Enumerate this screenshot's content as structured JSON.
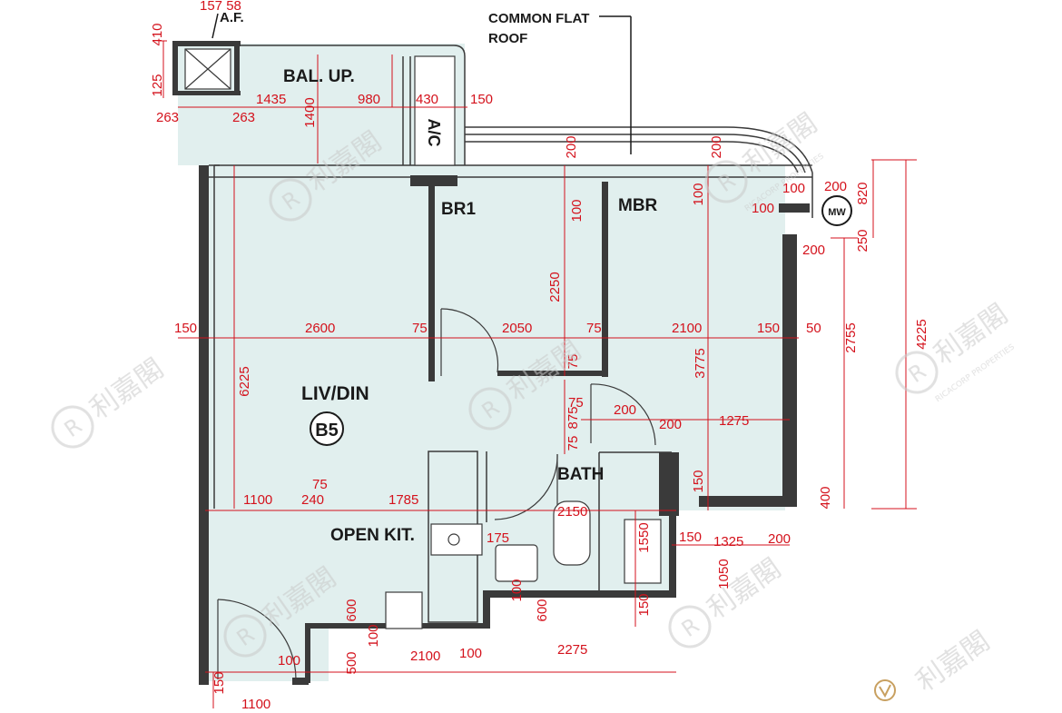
{
  "labels": {
    "af": "A.F.",
    "common_flat_roof_1": "COMMON FLAT",
    "common_flat_roof_2": "ROOF",
    "bal_up": "BAL. UP.",
    "ac": "A/C",
    "br1": "BR1",
    "mbr": "MBR",
    "mw": "MW",
    "liv_din_1": "LIV/",
    "liv_din_2": "DIN",
    "unit": "B5",
    "open_kit": "OPEN KIT.",
    "bath": "BATH",
    "top_cut": "157 58"
  },
  "watermark": {
    "chinese": "利嘉閣",
    "english": "RICACORP PROPERTIES",
    "logo": "R"
  },
  "colors": {
    "dimension": "#d4121c",
    "room_fill": "#e1efee",
    "wall": "#3a3a3a"
  },
  "dimensions": {
    "d410": "410",
    "d125": "125",
    "d263a": "263",
    "d263b": "263",
    "d1435": "1435",
    "d980": "980",
    "d430": "430",
    "d150a": "150",
    "d1400": "1400",
    "d200a": "200",
    "d200b": "200",
    "d100a": "100",
    "d100b": "100",
    "d100c": "100",
    "d100d": "100",
    "d200c": "200",
    "d820": "820",
    "d250": "250",
    "d200d": "200",
    "d2250": "2250",
    "d150b": "150",
    "d2600": "2600",
    "d75a": "75",
    "d2050": "2050",
    "d75b": "75",
    "d2100a": "2100",
    "d150c": "150",
    "d50": "50",
    "d2755": "2755",
    "d4225": "4225",
    "d6225": "6225",
    "d3775": "3775",
    "d75c": "75",
    "d75d": "75",
    "d200e": "200",
    "d875": "875",
    "d200f": "200",
    "d1275": "1275",
    "d75e": "75",
    "d150d": "150",
    "d400": "400",
    "d75f": "75",
    "d1100a": "1100",
    "d240": "240",
    "d1785": "1785",
    "d2150": "2150",
    "d175": "175",
    "d1550": "1550",
    "d150e": "150",
    "d1325": "1325",
    "d200g": "200",
    "d1050": "1050",
    "d600a": "600",
    "d100e": "100",
    "d100f": "100",
    "d600b": "600",
    "d150f": "150",
    "d100g": "100",
    "d2100b": "2100",
    "d100h": "100",
    "d2275": "2275",
    "d500": "500",
    "d150g": "150",
    "d1100b": "1100"
  }
}
